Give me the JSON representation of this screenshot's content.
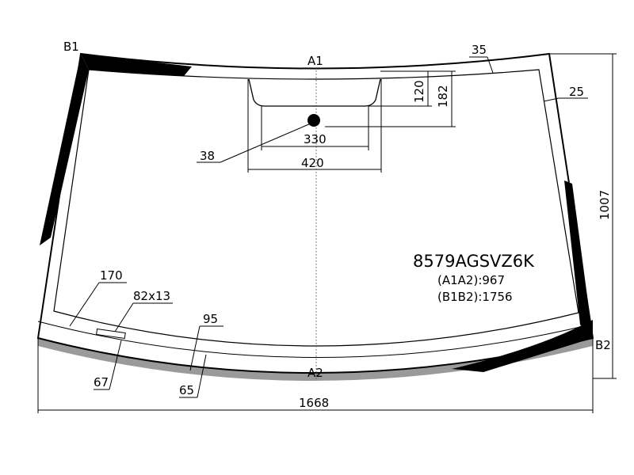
{
  "diagram": {
    "points": {
      "b1": "B1",
      "a1": "A1",
      "a2": "A2",
      "b2": "B2"
    },
    "dimensions": {
      "top_band": "35",
      "side_band": "25",
      "bracket_height_1": "120",
      "bracket_height_2": "182",
      "bracket_width_inner": "330",
      "bracket_width_outer": "420",
      "sensor_dot": "38",
      "total_height": "1007",
      "total_width": "1668",
      "corner_mark_1": "170",
      "corner_mark_2": "82x13",
      "bottom_band_1": "95",
      "bottom_band_2": "65",
      "bottom_offset": "67"
    },
    "part": {
      "code": "8579AGSVZ6K",
      "a1a2": "(A1A2):967",
      "b1b2": "(B1B2):1756"
    },
    "colors": {
      "glass_edge": "#000000",
      "frit": "#000000",
      "shadow": "#9a9a9a",
      "background": "#ffffff"
    }
  }
}
